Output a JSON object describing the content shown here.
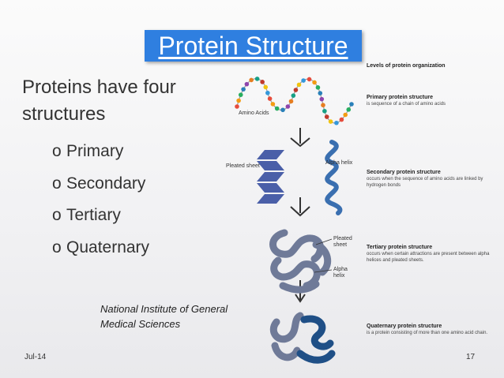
{
  "slide": {
    "title": "Protein Structure",
    "intro": "Proteins have four structures",
    "bullet_marker": "o",
    "bullets": [
      "Primary",
      "Secondary",
      "Tertiary",
      "Quaternary"
    ],
    "credit_line1": "National Institute of General",
    "credit_line2": "Medical Sciences",
    "footer_date": "Jul-14",
    "footer_page": "17"
  },
  "diagram": {
    "levels_heading": "Levels of protein organization",
    "labels": {
      "amino_acids": "Amino Acids",
      "pleated_sheet": "Pleated sheet",
      "alpha_helix": "Alpha helix",
      "tertiary_pleated": "Pleated sheet",
      "tertiary_alpha": "Alpha helix"
    },
    "primary": {
      "heading": "Primary protein structure",
      "desc": "is sequence of a chain of amino acids"
    },
    "secondary": {
      "heading": "Secondary protein structure",
      "desc": "occurs when the sequence of amino acids are linked by hydrogen bonds"
    },
    "tertiary": {
      "heading": "Tertiary protein structure",
      "desc": "occurs when certain attractions are present between alpha helices and pleated sheets."
    },
    "quaternary": {
      "heading": "Quaternary protein structure",
      "desc": "is a protein consisting of more than one amino acid chain."
    },
    "colors": {
      "title_bg": "#2f7fe0",
      "helix": "#3a6fb0",
      "sheet": "#4a5fa8",
      "tertiary": "#6f7a98",
      "quaternary_dark": "#1f4f86"
    }
  }
}
